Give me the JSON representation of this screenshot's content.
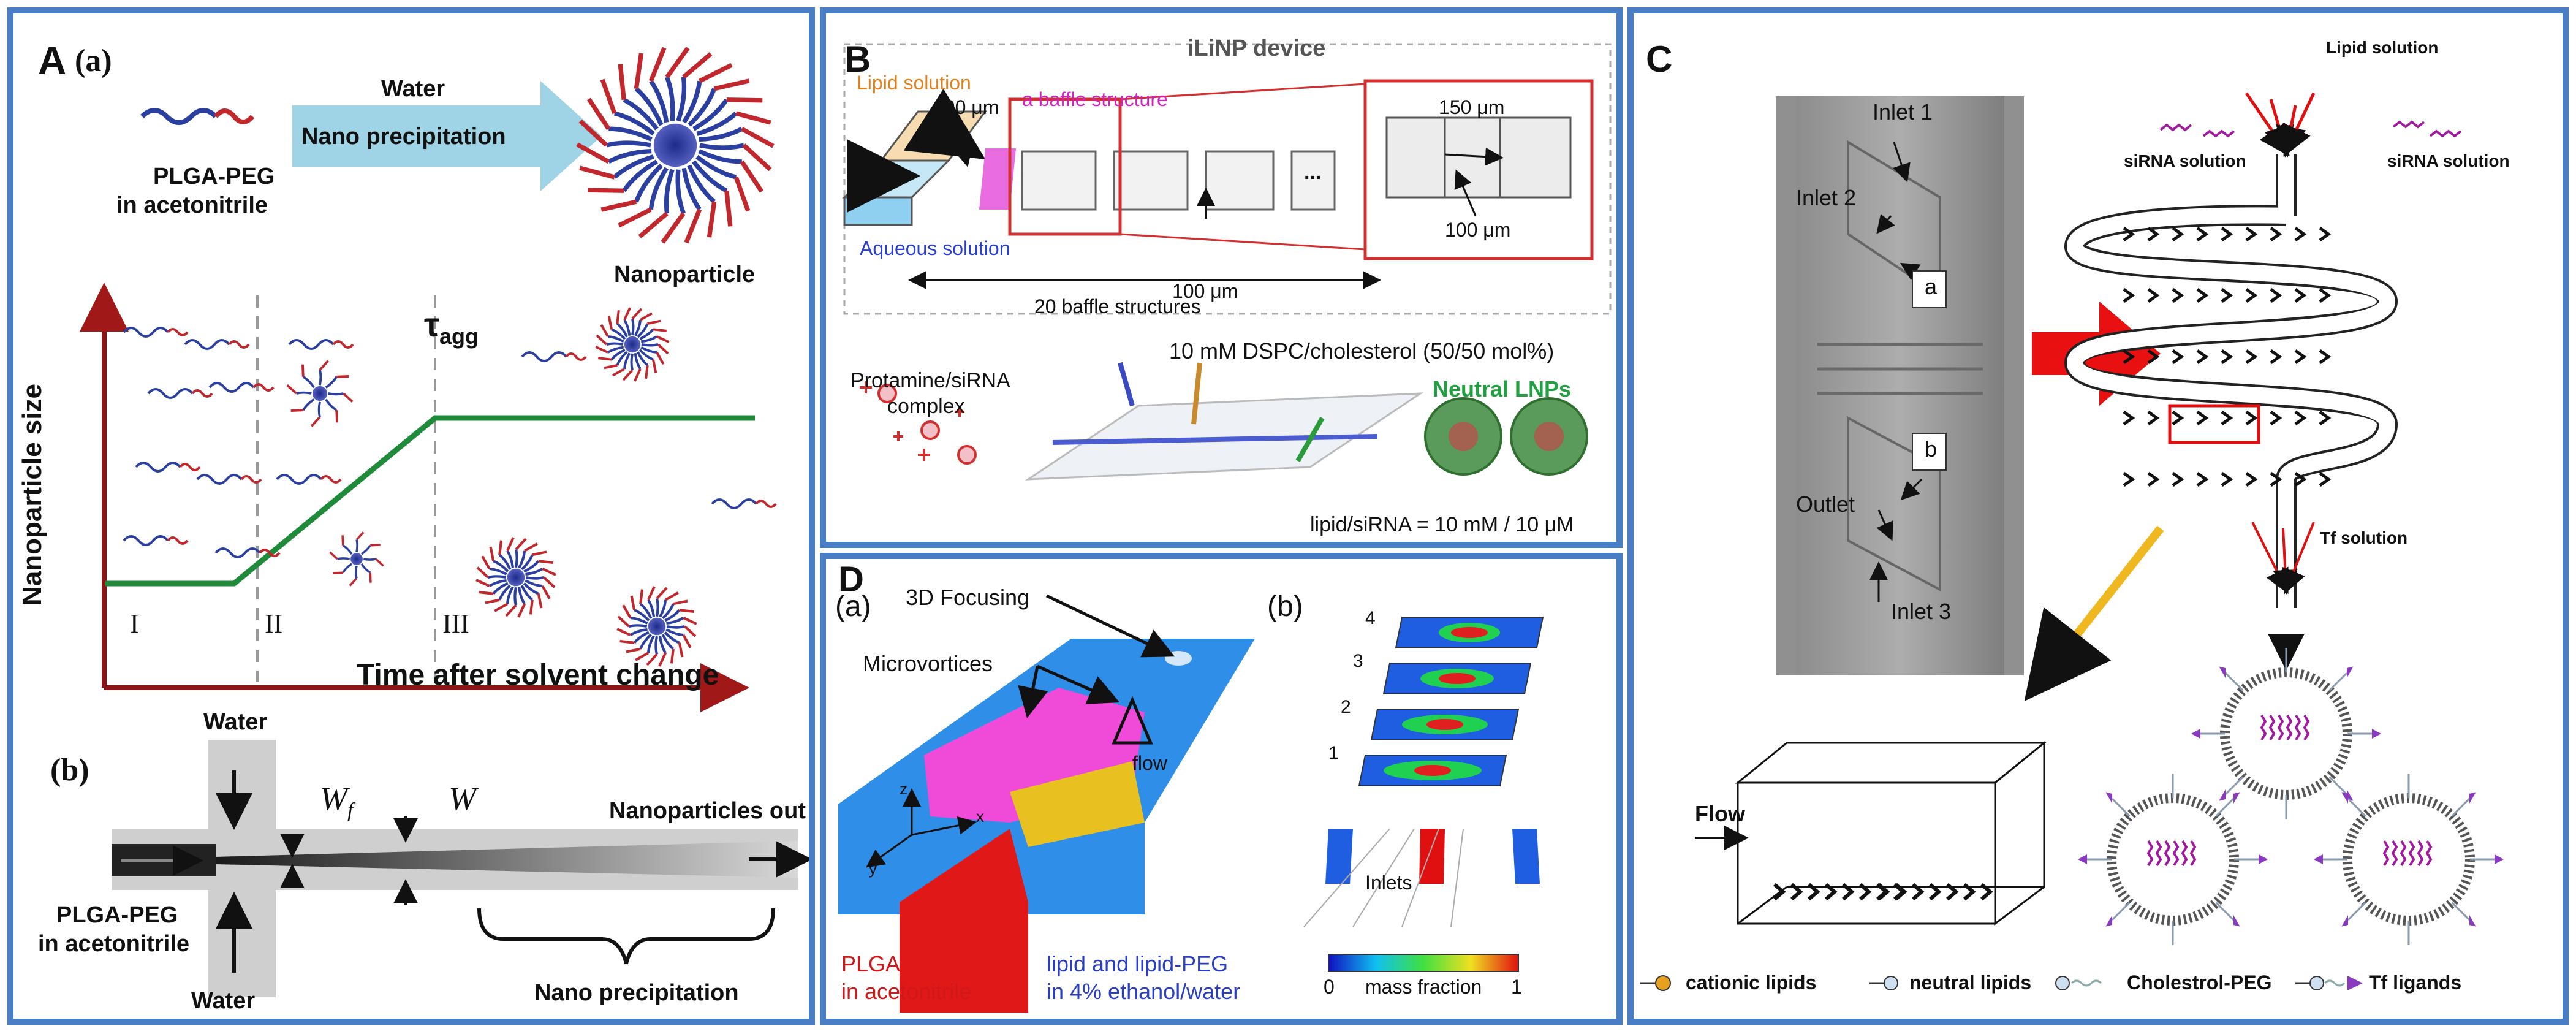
{
  "colors": {
    "frame": "#4a7ec4",
    "red": "#c0282e",
    "blue": "#2a3fa0",
    "green": "#1f8a3a",
    "arrow_cyan": "#9fd4e6",
    "cyan_channel": "#3a8ee8",
    "magenta": "#e23bd6"
  },
  "panelA": {
    "letter": "A",
    "sub_a": "(a)",
    "sub_b": "(b)",
    "water_top": "Water",
    "nano_precip": "Nano precipitation",
    "plga_line1": "PLGA-PEG",
    "plga_line2": "in acetonitrile",
    "nanoparticle": "Nanoparticle",
    "tau": "τ",
    "tau_sub": "agg",
    "ylabel": "Nanoparticle size",
    "xlabel": "Time after solvent change",
    "stage1": "I",
    "stage2": "II",
    "stage3": "III",
    "water_b_top": "Water",
    "water_b_bottom": "Water",
    "wf": "W",
    "wf_sub": "f",
    "w": "W",
    "np_out": "Nanoparticles out",
    "plga_b1": "PLGA-PEG",
    "plga_b2": "in acetonitrile",
    "nano_precip_b": "Nano precipitation"
  },
  "panelB": {
    "letter": "B",
    "device_title": "iLiNP device",
    "lipid_solution": "Lipid solution",
    "dim200": "200 μm",
    "baffle": "a baffle structure",
    "aqueous": "Aqueous solution",
    "dim100a": "100 μm",
    "baffles20": "20 baffle structures",
    "dots": "...",
    "dim150": "150 μm",
    "dim100b": "100 μm",
    "dspc": "10 mM DSPC/cholesterol (50/50 mol%)",
    "protamine1": "Protamine/siRNA",
    "protamine2": "complex",
    "neutral": "Neutral LNPs",
    "ratio": "lipid/siRNA = 10 mM / 10 μM"
  },
  "panelC": {
    "letter": "C",
    "inlet1": "Inlet 1",
    "inlet2": "Inlet 2",
    "label_a": "a",
    "label_b": "b",
    "outlet": "Outlet",
    "inlet3": "Inlet 3",
    "lipid_solution": "Lipid solution",
    "sirna_left": "siRNA solution",
    "sirna_right": "siRNA solution",
    "tf_solution": "Tf solution",
    "flow": "Flow",
    "legend_cationic": "cationic lipids",
    "legend_neutral": "neutral lipids",
    "legend_chol": "Cholestrol-PEG",
    "legend_tf": "Tf ligands"
  },
  "panelD": {
    "letter": "D",
    "sub_a": "(a)",
    "sub_b": "(b)",
    "focusing": "3D Focusing",
    "microvortices": "Microvortices",
    "flow": "flow",
    "axis_z": "z",
    "axis_x": "x",
    "axis_y": "y",
    "plga1": "PLGA",
    "plga2": "in acetonitrile",
    "lipid1": "lipid and lipid-PEG",
    "lipid2": "in 4% ethanol/water",
    "slice1": "1",
    "slice2": "2",
    "slice3": "3",
    "slice4": "4",
    "inlets": "Inlets",
    "cbar_min": "0",
    "cbar_label": "mass fraction",
    "cbar_max": "1"
  }
}
